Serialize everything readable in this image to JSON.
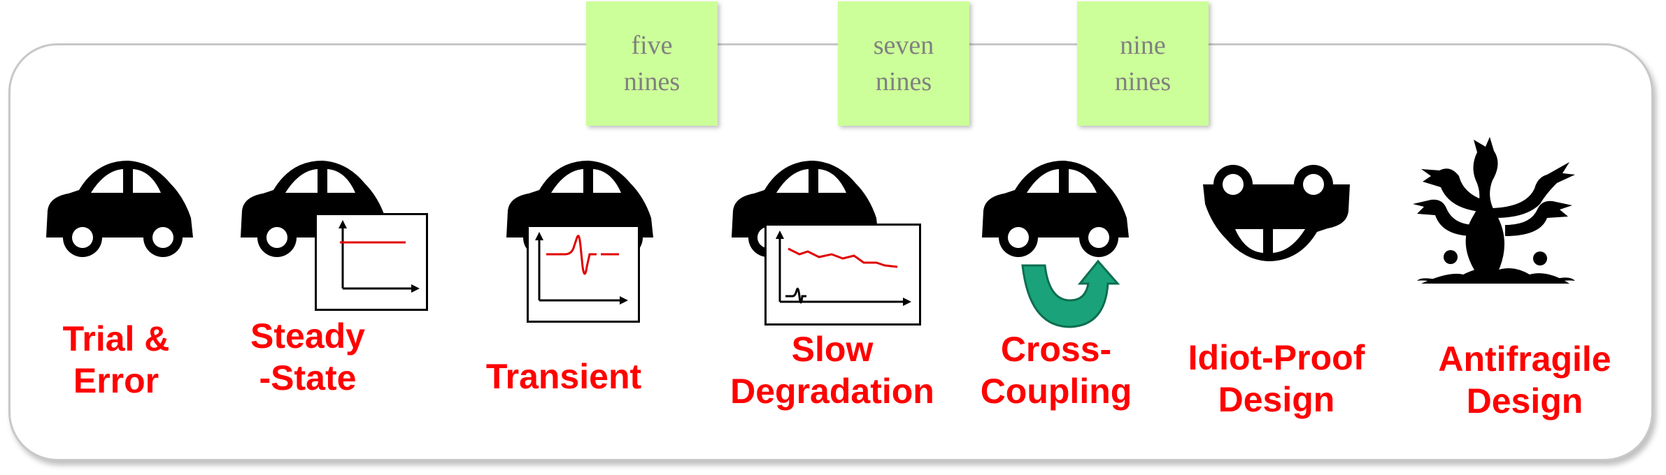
{
  "notes": [
    {
      "line1": "five",
      "line2": "nines"
    },
    {
      "line1": "seven",
      "line2": "nines"
    },
    {
      "line1": "nine",
      "line2": "nines"
    }
  ],
  "stages": [
    {
      "line1": "Trial &",
      "line2": "Error"
    },
    {
      "line1": "Steady",
      "line2": "-State"
    },
    {
      "line1": "Transient"
    },
    {
      "line1": "Slow",
      "line2": "Degradation"
    },
    {
      "line1": "Cross-",
      "line2": "Coupling"
    },
    {
      "line1": "Idiot-Proof",
      "line2": "Design"
    },
    {
      "line1": "Antifragile",
      "line2": "Design"
    }
  ],
  "colors": {
    "label": "#ff0000",
    "note_bg": "#ccff99",
    "note_text": "#808080",
    "arrow": "#1aa37a"
  },
  "icons": [
    "car-icon",
    "car-icon",
    "car-icon",
    "car-icon",
    "car-icon",
    "overturned-car-icon",
    "hydra-icon"
  ]
}
